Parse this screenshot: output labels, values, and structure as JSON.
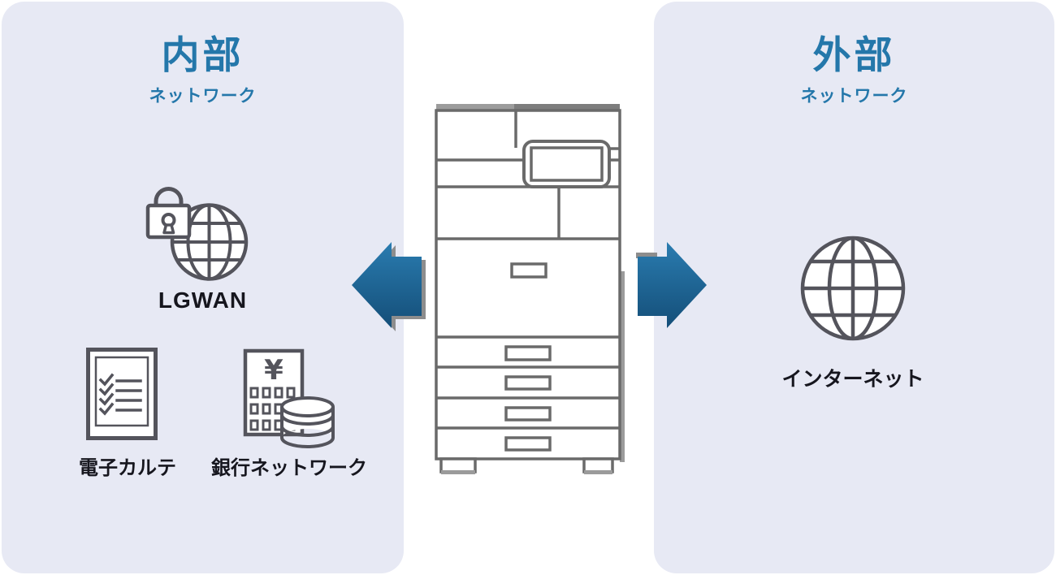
{
  "left_panel": {
    "title": "内部",
    "subtitle": "ネットワーク",
    "items": [
      {
        "label": "LGWAN",
        "icon": "lock-globe-icon"
      },
      {
        "label": "電子カルテ",
        "icon": "checklist-document-icon"
      },
      {
        "label": "銀行ネットワーク",
        "icon": "bank-coins-icon"
      }
    ]
  },
  "right_panel": {
    "title": "外部",
    "subtitle": "ネットワーク",
    "items": [
      {
        "label": "インターネット",
        "icon": "globe-icon"
      }
    ]
  },
  "center": {
    "device": "multifunction-printer",
    "arrows": [
      "left",
      "right"
    ]
  },
  "icons": {
    "yen_symbol": "¥"
  },
  "colors": {
    "panel_bg": "#e7e9f4",
    "accent_blue": "#2477aa",
    "arrow_blue_top": "#2a7cb0",
    "arrow_blue_bottom": "#144e78",
    "icon_stroke": "#54545c",
    "printer_stroke": "#6a6a6a",
    "label_dark": "#16161e"
  }
}
